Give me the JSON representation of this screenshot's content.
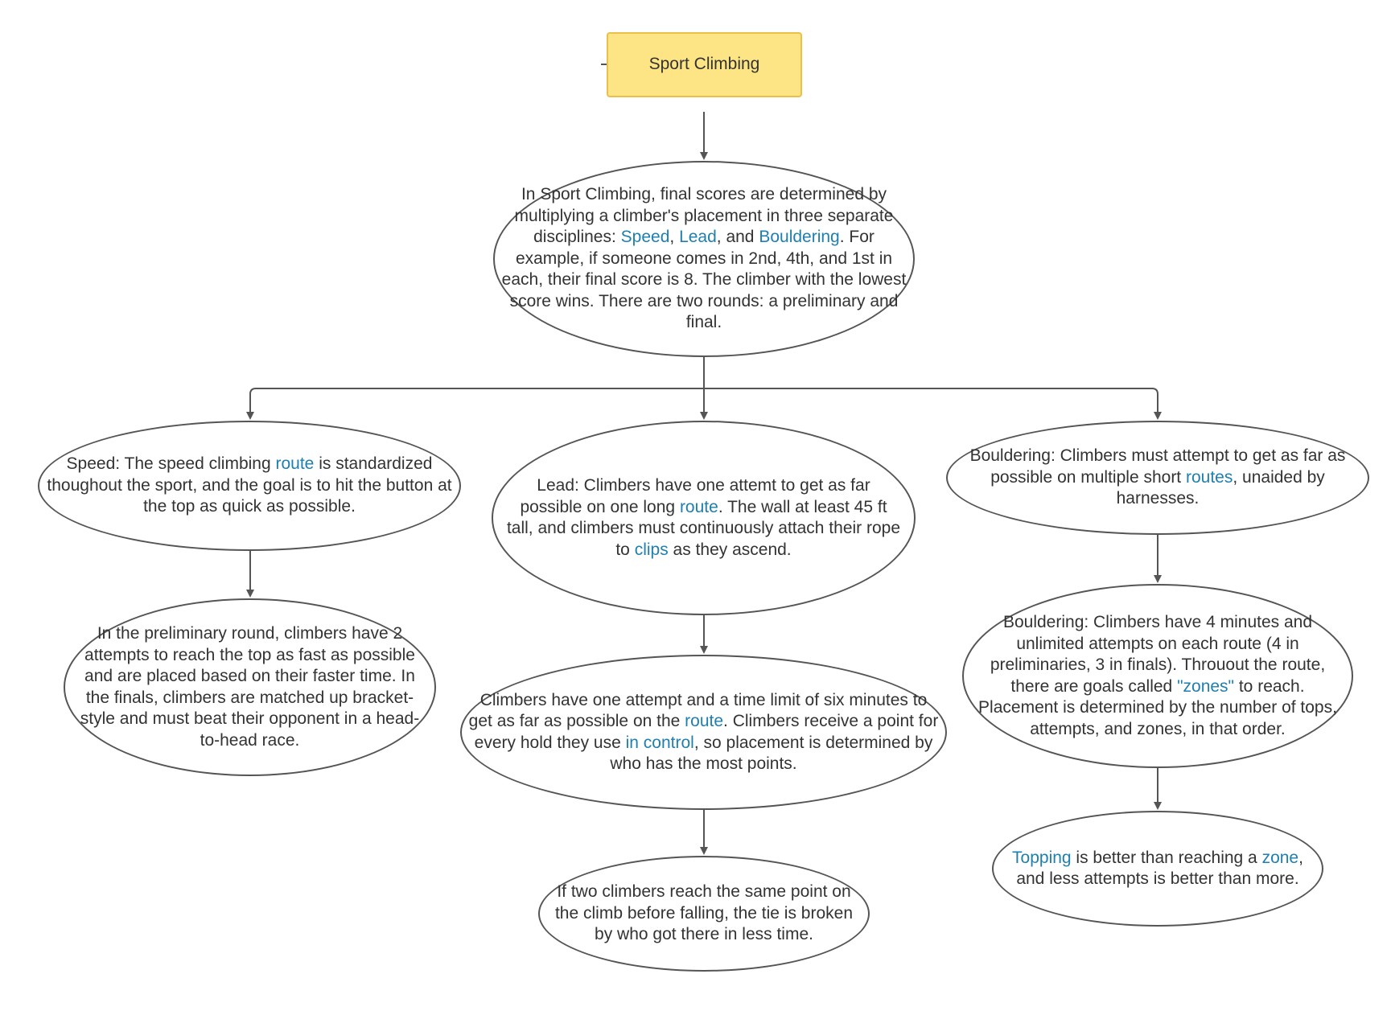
{
  "colors": {
    "root_fill": "#fde585",
    "root_border": "#e9c04a",
    "link": "#1e7fb0",
    "stroke": "#555555",
    "text": "#333333"
  },
  "nodes": {
    "root": {
      "title": "Sport Climbing"
    },
    "overview": {
      "t1": "In Sport Climbing, final scores are determined by multiplying a climber's placement in three separate disciplines: ",
      "l1": "Speed",
      "t2": ", ",
      "l2": "Lead",
      "t3": ", and ",
      "l3": "Bouldering",
      "t4": ". For example, if someone comes in 2nd, 4th, and 1st in each, their final score is 8. The climber with the lowest score wins. There are two rounds: a preliminary and final."
    },
    "speed": {
      "t1": "Speed: The speed climbing ",
      "l1": "route",
      "t2": " is standardized thoughout the sport, and the goal is to hit the button at the top as quick as possible."
    },
    "speed_detail": {
      "t1": "In the preliminary round, climbers have 2 attempts to reach the top as fast as possible and are placed based on their faster time. In the finals, climbers are matched up bracket-style and must beat their opponent in a head-to-head race."
    },
    "lead": {
      "t1": "Lead: Climbers have one attemt to get as far possible on one long ",
      "l1": "route",
      "t2": ". The wall at least 45 ft tall, and climbers must continuously attach their rope to ",
      "l2": "clips",
      "t3": " as they ascend."
    },
    "lead_detail": {
      "t1": "Climbers have one attempt and a time limit of six minutes to get as far as possible on the ",
      "l1": "route",
      "t2": ". Climbers receive a point for every hold they use ",
      "l2": "in control",
      "t3": ", so placement is determined by who has the most points."
    },
    "lead_tie": {
      "t1": "If two climbers reach the same point on the climb before falling, the tie is broken by who got there in less time."
    },
    "bouldering": {
      "t1": "Bouldering: Climbers must attempt to get as far as possible on multiple short ",
      "l1": "routes",
      "t2": ", unaided by harnesses."
    },
    "bouldering_detail": {
      "t1": "Bouldering: Climbers have 4 minutes and unlimited attempts on each route (4 in preliminaries, 3 in finals). Throuout the route, there are goals called ",
      "l1": "\"zones\"",
      "t2": " to reach. Placement is determined by the number of tops, attempts, and zones, in that order."
    },
    "bouldering_rank": {
      "l1": "Topping",
      "t1": " is better than reaching a ",
      "l2": "zone",
      "t2": ", and less attempts is better than more."
    }
  }
}
